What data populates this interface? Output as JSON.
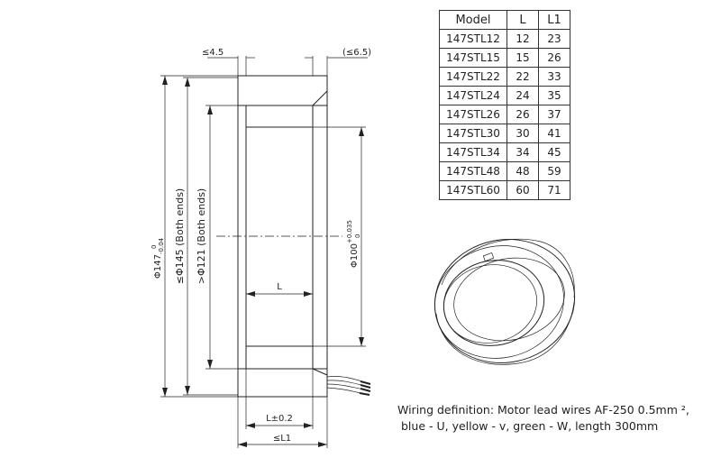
{
  "table": {
    "headers": [
      "Model",
      "L",
      "L1"
    ],
    "rows": [
      [
        "147STL12",
        "12",
        "23"
      ],
      [
        "147STL15",
        "15",
        "26"
      ],
      [
        "147STL22",
        "22",
        "33"
      ],
      [
        "147STL24",
        "24",
        "35"
      ],
      [
        "147STL26",
        "26",
        "37"
      ],
      [
        "147STL30",
        "30",
        "41"
      ],
      [
        "147STL34",
        "34",
        "45"
      ],
      [
        "147STL48",
        "48",
        "59"
      ],
      [
        "147STL60",
        "60",
        "71"
      ]
    ]
  },
  "dimensions": {
    "top_left": "≤4.5",
    "top_right": "(≤6.5)",
    "outer_dia": "Φ147",
    "outer_dia_tol_upper": "0",
    "outer_dia_tol_lower": "-0.04",
    "outer_dia_both_ends": "≤Φ145  (Both ends)",
    "inner_dia_both_ends": ">Φ121  (Both ends)",
    "bore_dia": "Φ100",
    "bore_dia_tol_upper": "+0.035",
    "bore_dia_tol_lower": "0",
    "length_L": "L",
    "length_L_tol": "L±0.2",
    "length_L1": "≤L1"
  },
  "wiring": {
    "line1": "Wiring definition: Motor lead wires AF-250 0.5mm ²,",
    "line2": "blue - U, yellow - v, green - W, length 300mm"
  },
  "icons": [
    "hatch-pattern",
    "ring-motor-3d-view",
    "lead-wires"
  ]
}
